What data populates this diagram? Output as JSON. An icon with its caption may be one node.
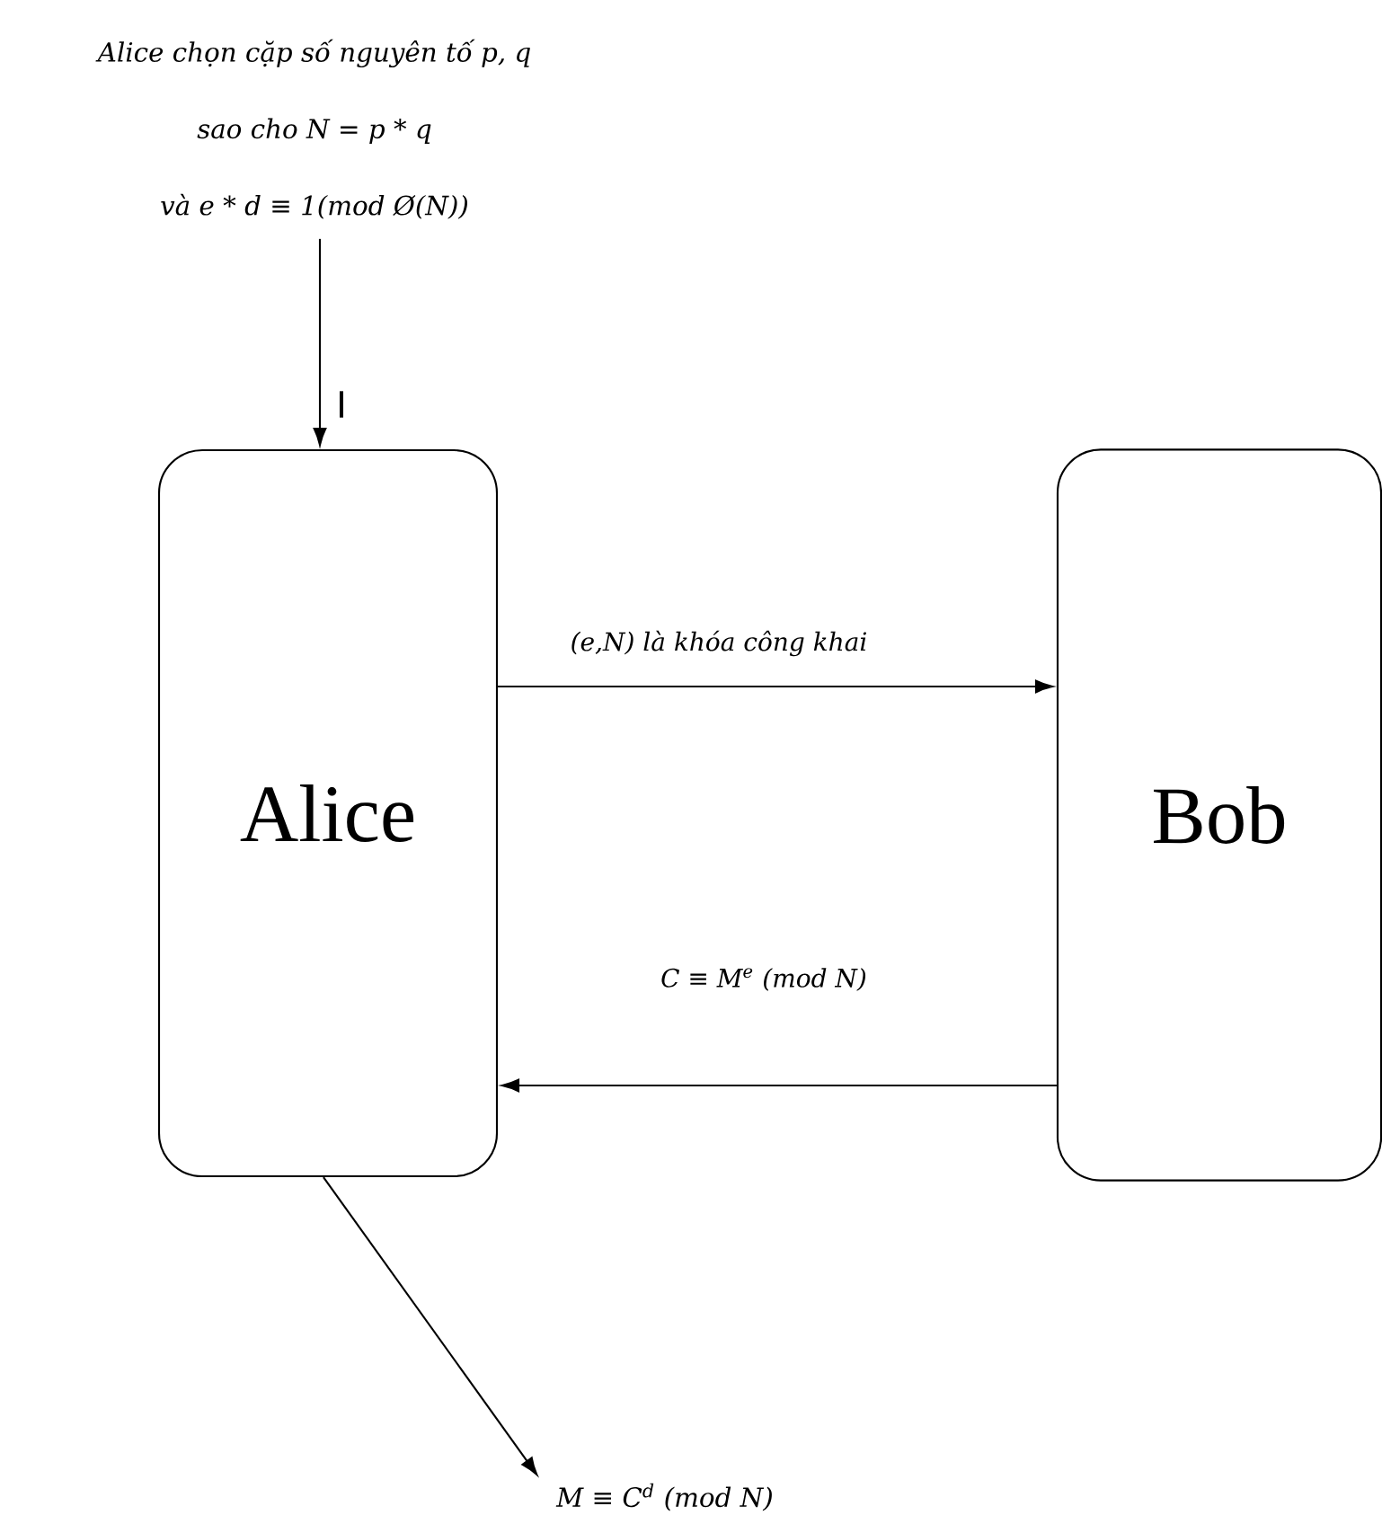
{
  "diagram": {
    "nodes": [
      {
        "text": [
          "Alice chọn cặp số nguyên tố p, q",
          "sao cho N = p * q",
          "và e * d  ≡ 1(mod Ø(N))"
        ]
      },
      {
        "text": [
          "Alice"
        ]
      },
      {
        "text": [
          "Bob"
        ]
      },
      {
        "text": [
          "M ≡ C$^{d}$ (mod N)"
        ]
      }
    ],
    "edges": [
      {
        "from": 0,
        "to": 1,
        "arrow": "to",
        "label": "I"
      },
      {
        "from": 1,
        "to": 2,
        "arrow": "to",
        "label": "(e,N) là khóa công khai"
      },
      {
        "from": 2,
        "to": 1,
        "arrow": "to",
        "label": "C ≡ M$^{e}$ (mod N)"
      },
      {
        "from": 1,
        "to": 3,
        "arrow": "to"
      }
    ]
  }
}
